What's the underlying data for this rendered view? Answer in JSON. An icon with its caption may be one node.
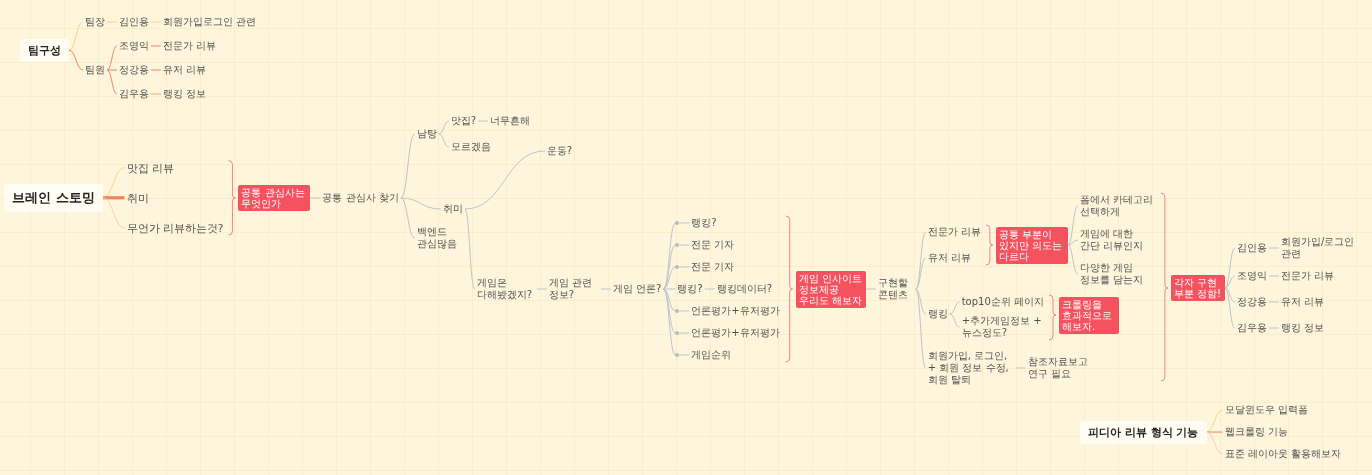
{
  "diagram": {
    "nodes": [
      {
        "text": [
          "팀구성"
        ]
      },
      {
        "text": [
          "팀장"
        ]
      },
      {
        "text": [
          "김인용"
        ]
      },
      {
        "text": [
          "회원가입로그인 관련"
        ]
      },
      {
        "text": [
          "팀원"
        ]
      },
      {
        "text": [
          "조영익"
        ]
      },
      {
        "text": [
          "전문가 리뷰"
        ]
      },
      {
        "text": [
          "정강용"
        ]
      },
      {
        "text": [
          "유저 리뷰"
        ]
      },
      {
        "text": [
          "김우용"
        ]
      },
      {
        "text": [
          "랭킹 정보"
        ]
      },
      {
        "text": [
          "브레인 스토밍"
        ]
      },
      {
        "text": [
          "맛집 리뷰"
        ]
      },
      {
        "text": [
          "취미"
        ]
      },
      {
        "text": [
          "무언가 리뷰하는것?"
        ]
      },
      {
        "text": [
          "공통 관심사는 무엇인가"
        ]
      },
      {
        "text": [
          "공통 관심사 찾기"
        ]
      },
      {
        "text": [
          "남탕"
        ]
      },
      {
        "text": [
          "맛집?"
        ]
      },
      {
        "text": [
          "너무흔해"
        ]
      },
      {
        "text": [
          "모르겠음"
        ]
      },
      {
        "text": [
          "취미"
        ]
      },
      {
        "text": [
          "백엔드 관심많음"
        ]
      },
      {
        "text": [
          "운동?"
        ]
      },
      {
        "text": [
          "게임은 다해봤겠지?"
        ]
      },
      {
        "text": [
          "게임 관련 정보?"
        ]
      },
      {
        "text": [
          "게임 언론?"
        ]
      },
      {
        "text": [],
        "shape": "circle"
      },
      {
        "text": [
          "랭킹?"
        ]
      },
      {
        "text": [],
        "shape": "circle"
      },
      {
        "text": [
          "전문 기자"
        ]
      },
      {
        "text": [],
        "shape": "circle"
      },
      {
        "text": [
          "전문 기자"
        ]
      },
      {
        "text": [
          "랭킹?"
        ]
      },
      {
        "text": [
          "랭킹데이터?"
        ]
      },
      {
        "text": [],
        "shape": "circle"
      },
      {
        "text": [
          "언론평가+유저평가"
        ]
      },
      {
        "text": [],
        "shape": "circle"
      },
      {
        "text": [
          "언론평가+유저평가"
        ]
      },
      {
        "text": [],
        "shape": "circle"
      },
      {
        "text": [
          "게임순위"
        ]
      },
      {
        "text": [
          "게임 인사이트 정보제공 우리도 해보자"
        ]
      },
      {
        "text": [
          "구현할 콘텐츠"
        ]
      },
      {
        "text": [
          "전문가 리뷰"
        ]
      },
      {
        "text": [
          "유저 리뷰"
        ]
      },
      {
        "text": [
          "공통 부분이 있지만 의도는 다르다"
        ]
      },
      {
        "text": [
          "폼에서 카테고리 선택하게"
        ]
      },
      {
        "text": [
          "게임에 대한 간단 리뷰인지"
        ]
      },
      {
        "text": [
          "다양한 게임 정보를 담는지"
        ]
      },
      {
        "text": [
          "랭킹"
        ]
      },
      {
        "text": [
          "top10순위 페이지"
        ]
      },
      {
        "text": [
          "+추가게임정보 + 뉴스정도?"
        ]
      },
      {
        "text": [
          "크롤링을 효과적으로 해보자."
        ]
      },
      {
        "text": [
          "회원가입, 로그인, + 회원 정보 수정, 회원 탈퇴"
        ]
      },
      {
        "text": [
          "참조자료보고 연구 필요"
        ]
      },
      {
        "text": [
          "각자 구현 부분 정함!"
        ]
      },
      {
        "text": [
          "김인용"
        ]
      },
      {
        "text": [
          "회원가입/로그인 관련"
        ]
      },
      {
        "text": [
          "조영익"
        ]
      },
      {
        "text": [
          "전문가 리뷰"
        ]
      },
      {
        "text": [
          "정강용"
        ]
      },
      {
        "text": [
          "유저 리뷰"
        ]
      },
      {
        "text": [
          "김우용"
        ]
      },
      {
        "text": [
          "랭킹 정보"
        ]
      },
      {
        "text": [
          "피디아 리뷰 형식 기능"
        ]
      },
      {
        "text": [
          "모달윈도우 입력폼"
        ]
      },
      {
        "text": [
          "웹크롤링 기능"
        ]
      },
      {
        "text": [
          "표준 레이아웃 활용해보자"
        ]
      }
    ],
    "edges": [
      {
        "from": 0,
        "to": 1,
        "arrow": "none",
        "color": "#f9d47c"
      },
      {
        "from": 1,
        "to": 2,
        "arrow": "none",
        "color": "#f9d47c"
      },
      {
        "from": 2,
        "to": 3,
        "arrow": "none",
        "color": "#f9d47c"
      },
      {
        "from": 0,
        "to": 4,
        "arrow": "none",
        "color": "#ef845e"
      },
      {
        "from": 4,
        "to": 5,
        "arrow": "none",
        "color": "#ef845e"
      },
      {
        "from": 4,
        "to": 7,
        "arrow": "none",
        "color": "#ef845e"
      },
      {
        "from": 4,
        "to": 9,
        "arrow": "none",
        "color": "#ef845e"
      },
      {
        "from": 5,
        "to": 6,
        "arrow": "none",
        "color": "#ef845e"
      },
      {
        "from": 7,
        "to": 8,
        "arrow": "none",
        "color": "#ef845e"
      },
      {
        "from": 9,
        "to": 10,
        "arrow": "none",
        "color": "#f3a68b"
      },
      {
        "from": 11,
        "to": 12,
        "arrow": "none",
        "color": "#f9d47c"
      },
      {
        "from": 11,
        "to": 13,
        "arrow": "none",
        "color": "#ef845e",
        "style": "thick"
      },
      {
        "from": 11,
        "to": 14,
        "arrow": "none",
        "color": "#f7cbbb"
      },
      {
        "from": 15,
        "to": 16,
        "arrow": "none"
      },
      {
        "from": 16,
        "to": 17,
        "arrow": "none"
      },
      {
        "from": 16,
        "to": 21,
        "arrow": "none"
      },
      {
        "from": 16,
        "to": 22,
        "arrow": "none"
      },
      {
        "from": 17,
        "to": 18,
        "arrow": "none"
      },
      {
        "from": 17,
        "to": 20,
        "arrow": "none"
      },
      {
        "from": 18,
        "to": 19,
        "arrow": "none"
      },
      {
        "from": 21,
        "to": 23,
        "arrow": "none"
      },
      {
        "from": 21,
        "to": 24,
        "arrow": "none"
      },
      {
        "from": 24,
        "to": 25,
        "arrow": "none"
      },
      {
        "from": 25,
        "to": 26,
        "arrow": "none"
      },
      {
        "from": 26,
        "to": 27,
        "arrow": "none"
      },
      {
        "from": 26,
        "to": 29,
        "arrow": "none"
      },
      {
        "from": 26,
        "to": 31,
        "arrow": "none"
      },
      {
        "from": 26,
        "to": 33,
        "arrow": "none"
      },
      {
        "from": 26,
        "to": 35,
        "arrow": "none"
      },
      {
        "from": 26,
        "to": 37,
        "arrow": "none"
      },
      {
        "from": 26,
        "to": 39,
        "arrow": "none"
      },
      {
        "from": 27,
        "to": 28,
        "arrow": "none"
      },
      {
        "from": 29,
        "to": 30,
        "arrow": "none"
      },
      {
        "from": 31,
        "to": 32,
        "arrow": "none"
      },
      {
        "from": 33,
        "to": 34,
        "arrow": "none"
      },
      {
        "from": 35,
        "to": 36,
        "arrow": "none"
      },
      {
        "from": 37,
        "to": 38,
        "arrow": "none"
      },
      {
        "from": 39,
        "to": 40,
        "arrow": "none"
      },
      {
        "from": 41,
        "to": 42,
        "arrow": "none"
      },
      {
        "from": 42,
        "to": 43,
        "arrow": "none"
      },
      {
        "from": 42,
        "to": 44,
        "arrow": "none"
      },
      {
        "from": 42,
        "to": 49,
        "arrow": "none"
      },
      {
        "from": 42,
        "to": 53,
        "arrow": "none"
      },
      {
        "from": 45,
        "to": 46,
        "arrow": "none"
      },
      {
        "from": 45,
        "to": 47,
        "arrow": "none"
      },
      {
        "from": 45,
        "to": 48,
        "arrow": "none"
      },
      {
        "from": 49,
        "to": 50,
        "arrow": "none"
      },
      {
        "from": 49,
        "to": 51,
        "arrow": "none"
      },
      {
        "from": 53,
        "to": 54,
        "arrow": "none"
      },
      {
        "from": 55,
        "to": 56,
        "arrow": "none"
      },
      {
        "from": 55,
        "to": 58,
        "arrow": "none"
      },
      {
        "from": 55,
        "to": 60,
        "arrow": "none"
      },
      {
        "from": 55,
        "to": 62,
        "arrow": "none"
      },
      {
        "from": 56,
        "to": 57,
        "arrow": "none"
      },
      {
        "from": 58,
        "to": 59,
        "arrow": "none"
      },
      {
        "from": 60,
        "to": 61,
        "arrow": "none"
      },
      {
        "from": 62,
        "to": 63,
        "arrow": "none"
      },
      {
        "from": 64,
        "to": 65,
        "arrow": "none",
        "color": "#f9d47c"
      },
      {
        "from": 64,
        "to": 66,
        "arrow": "none",
        "color": "#ef845e"
      },
      {
        "from": 64,
        "to": 67,
        "arrow": "none",
        "color": "#f7cbbb"
      }
    ]
  }
}
